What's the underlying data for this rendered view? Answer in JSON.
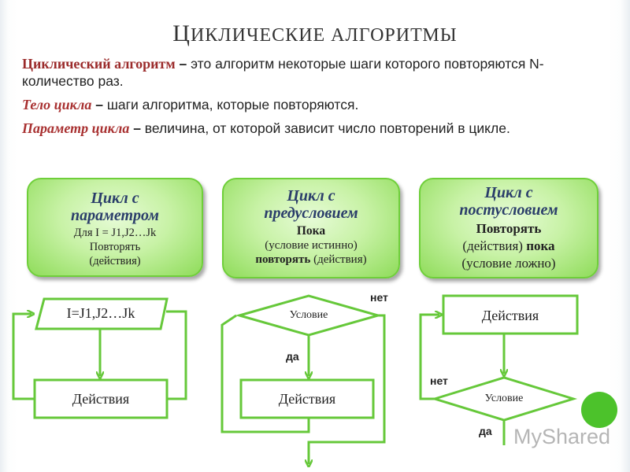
{
  "slide": {
    "title_cap": "Ц",
    "title_rest": "иклические алгоритмы",
    "def1_term": "Циклический алгоритм",
    "def1_dash": " – ",
    "def1_text": "это алгоритм некоторые шаги которого повторяются N-количество раз.",
    "def2_term": "Тело цикла",
    "def2_dash": " – ",
    "def2_text": "шаги алгоритма, которые повторяются.",
    "def3_term": "Параметр цикла",
    "def3_dash": " – ",
    "def3_text": "величина, от которой зависит число повторений в цикле."
  },
  "cards": [
    {
      "heading1": "Цикл с",
      "heading2": "параметром",
      "line1": "Для I = J1,J2…Jk",
      "line2": "Повторять",
      "line3": "(действия)"
    },
    {
      "heading1": "Цикл с",
      "heading2": "предусловием",
      "line1": "Пока",
      "line2": "(условие истинно)",
      "line3_bold": "повторять",
      "line3_rest": " (действия)"
    },
    {
      "heading1": "Цикл с",
      "heading2": "постусловием",
      "line1": "Повторять",
      "line2_rest": "(действия) ",
      "line2_bold": "пока",
      "line3": "(условие ложно)"
    }
  ],
  "flow1": {
    "param_label": "I=J1,J2…Jk",
    "action_label": "Действия"
  },
  "flow2": {
    "cond_label": "Условие",
    "no_label": "нет",
    "yes_label": "да",
    "action_label": "Действия"
  },
  "flow3": {
    "action_label": "Действия",
    "cond_label": "Условие",
    "no_label": "нет",
    "yes_label": "да"
  },
  "watermark": {
    "text": "MyShared"
  },
  "colors": {
    "accent_green": "#66c83a",
    "term_red": "#9b2b2b",
    "heading_blue": "#2a3d6a"
  }
}
